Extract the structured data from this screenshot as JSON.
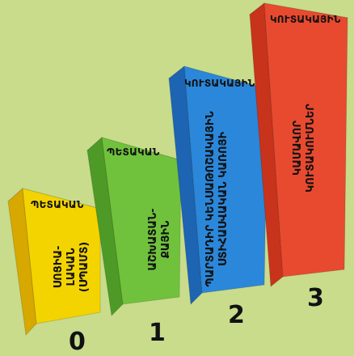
{
  "bars": [
    {
      "number": "0",
      "top_label": "ՊԵՏԱԿԱՆ",
      "side_lines": [
        "ՍՈՑԻԱ-",
        "ԼԱԿԱՆ",
        "(ՍՊԱՄՏ)"
      ],
      "colors": {
        "front": "#f3d400",
        "side": "#d7a800",
        "top": "#f6e466"
      }
    },
    {
      "number": "1",
      "top_label": "ՊԵՏԱԿԱՆ",
      "side_lines": [
        "ԱՇԽԱՏԱՆ-",
        "ՔԱՅԻՆ"
      ],
      "colors": {
        "front": "#70c23c",
        "side": "#4e9a26",
        "top": "#a9dd70"
      }
    },
    {
      "number": "2",
      "top_label": "ԿՈՒՏԱԿԱՅԻՆ",
      "side_lines": [
        "ՊԱՐՏԱԴԻՐ ԿԵՆՍԱԹՈՇԱԿԱՅԻՆ",
        "ՍՏԻՀԱՍՎԱԿԱՆ ԿԱՌՈՅԻ"
      ],
      "colors": {
        "front": "#2b87da",
        "side": "#1d64b3",
        "top": "#8cc5f0"
      }
    },
    {
      "number": "3",
      "top_label": "ԿՈՒՏԱԿԱՅԻՆ",
      "side_lines": [
        "ԿԱՄԱՎՈՐ",
        "ԿՈՒՏԱԿՈՒՄՆԵՐ"
      ],
      "colors": {
        "front": "#e84a30",
        "side": "#c8331b",
        "top": "#f39a86"
      }
    }
  ]
}
